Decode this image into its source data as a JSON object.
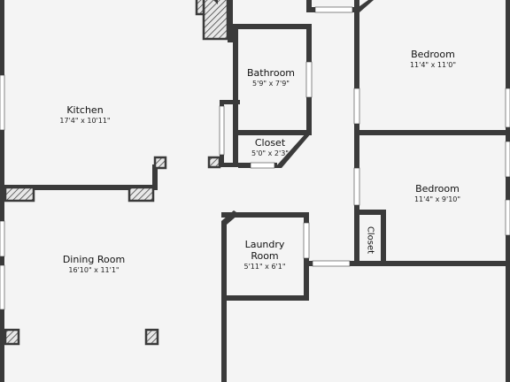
{
  "rooms": {
    "bedroom_top": {
      "name": "Bedroom",
      "dimensions": "11'4\" x 11'0\""
    },
    "bathroom": {
      "name": "Bathroom",
      "dimensions": "5'9\" x 7'9\""
    },
    "kitchen": {
      "name": "Kitchen",
      "dimensions": "17'4\" x 10'11\""
    },
    "closet_center": {
      "name": "Closet",
      "dimensions": "5'0\" x 2'3\""
    },
    "bedroom_mid": {
      "name": "Bedroom",
      "dimensions": "11'4\" x 9'10\""
    },
    "laundry": {
      "name_line1": "Laundry",
      "name_line2": "Room",
      "dimensions": "5'11\" x 6'1\""
    },
    "closet_side": {
      "name": "Closet"
    },
    "dining": {
      "name": "Dining Room",
      "dimensions": "16'10\" x 11'1\""
    }
  },
  "colors": {
    "wall": "#3a3a3a",
    "floor": "#f4f4f4",
    "window": "#ffffff"
  }
}
